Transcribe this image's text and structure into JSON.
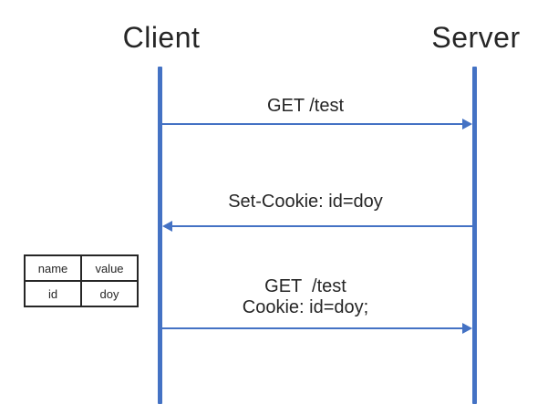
{
  "diagram": {
    "actors": [
      {
        "label": "Client"
      },
      {
        "label": "Server"
      }
    ],
    "messages": [
      {
        "direction": "right",
        "from": "Client",
        "to": "Server",
        "lines": [
          "GET /test"
        ]
      },
      {
        "direction": "left",
        "from": "Server",
        "to": "Client",
        "lines": [
          "Set-Cookie: id=doy"
        ]
      },
      {
        "direction": "right",
        "from": "Client",
        "to": "Server",
        "lines": [
          "GET  /test",
          "Cookie: id=doy;"
        ]
      }
    ],
    "cookie_table": {
      "headers": [
        "name",
        "value"
      ],
      "rows": [
        [
          "id",
          "doy"
        ]
      ]
    },
    "colors": {
      "lifeline": "#4472C4",
      "arrow": "#4472C4",
      "text": "#262626",
      "table_border": "#262626"
    }
  }
}
